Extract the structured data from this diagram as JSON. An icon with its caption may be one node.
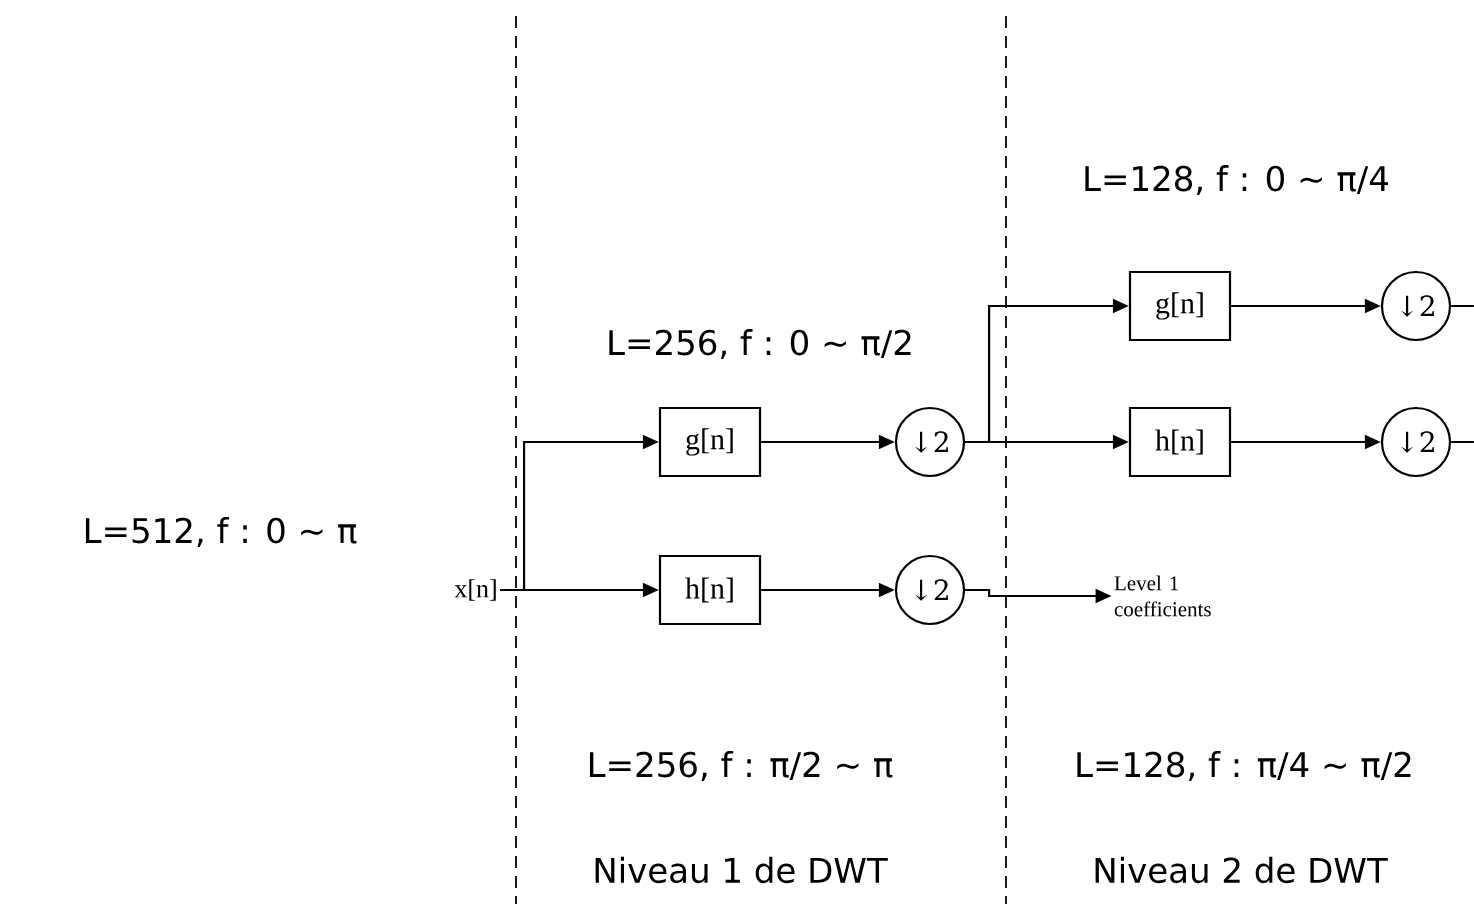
{
  "diagram": {
    "nodes": [
      {
        "text": [
          "x[n]"
        ]
      },
      {
        "text": [
          "g[n]"
        ]
      },
      {
        "text": [
          "h[n]"
        ]
      },
      {
        "text": [
          "↓2"
        ]
      },
      {
        "text": [
          "↓2"
        ]
      },
      {
        "text": [
          "Level 1 coefficients"
        ]
      },
      {
        "text": [
          "g[n]"
        ]
      },
      {
        "text": [
          "h[n]"
        ]
      },
      {
        "text": [
          "↓2"
        ]
      },
      {
        "text": [
          "↓2"
        ]
      }
    ],
    "edges": [
      {
        "from": 0,
        "to": 1,
        "arrow": "to"
      },
      {
        "from": 0,
        "to": 2,
        "arrow": "to"
      },
      {
        "from": 1,
        "to": 3,
        "arrow": "to"
      },
      {
        "from": 2,
        "to": 4,
        "arrow": "to"
      },
      {
        "from": 4,
        "to": 5,
        "arrow": "to"
      },
      {
        "from": 3,
        "to": 6,
        "arrow": "to"
      },
      {
        "from": 3,
        "to": 7,
        "arrow": "to"
      },
      {
        "from": 6,
        "to": 8,
        "arrow": "to"
      },
      {
        "from": 7,
        "to": 9,
        "arrow": "to"
      },
      {
        "from": 8,
        "to": null,
        "arrow": "none"
      },
      {
        "from": 9,
        "to": null,
        "arrow": "none"
      }
    ],
    "labels": [
      "L=512, f : 0 ∼ π",
      "L=256, f : 0 ∼ π/2",
      "L=128, f : 0 ∼ π/4",
      "L=256, f : π/2 ∼ π",
      "L=128, f : π/4 ∼ π/2",
      "Niveau 1 de DWT",
      "Niveau 2 de DWT"
    ]
  }
}
